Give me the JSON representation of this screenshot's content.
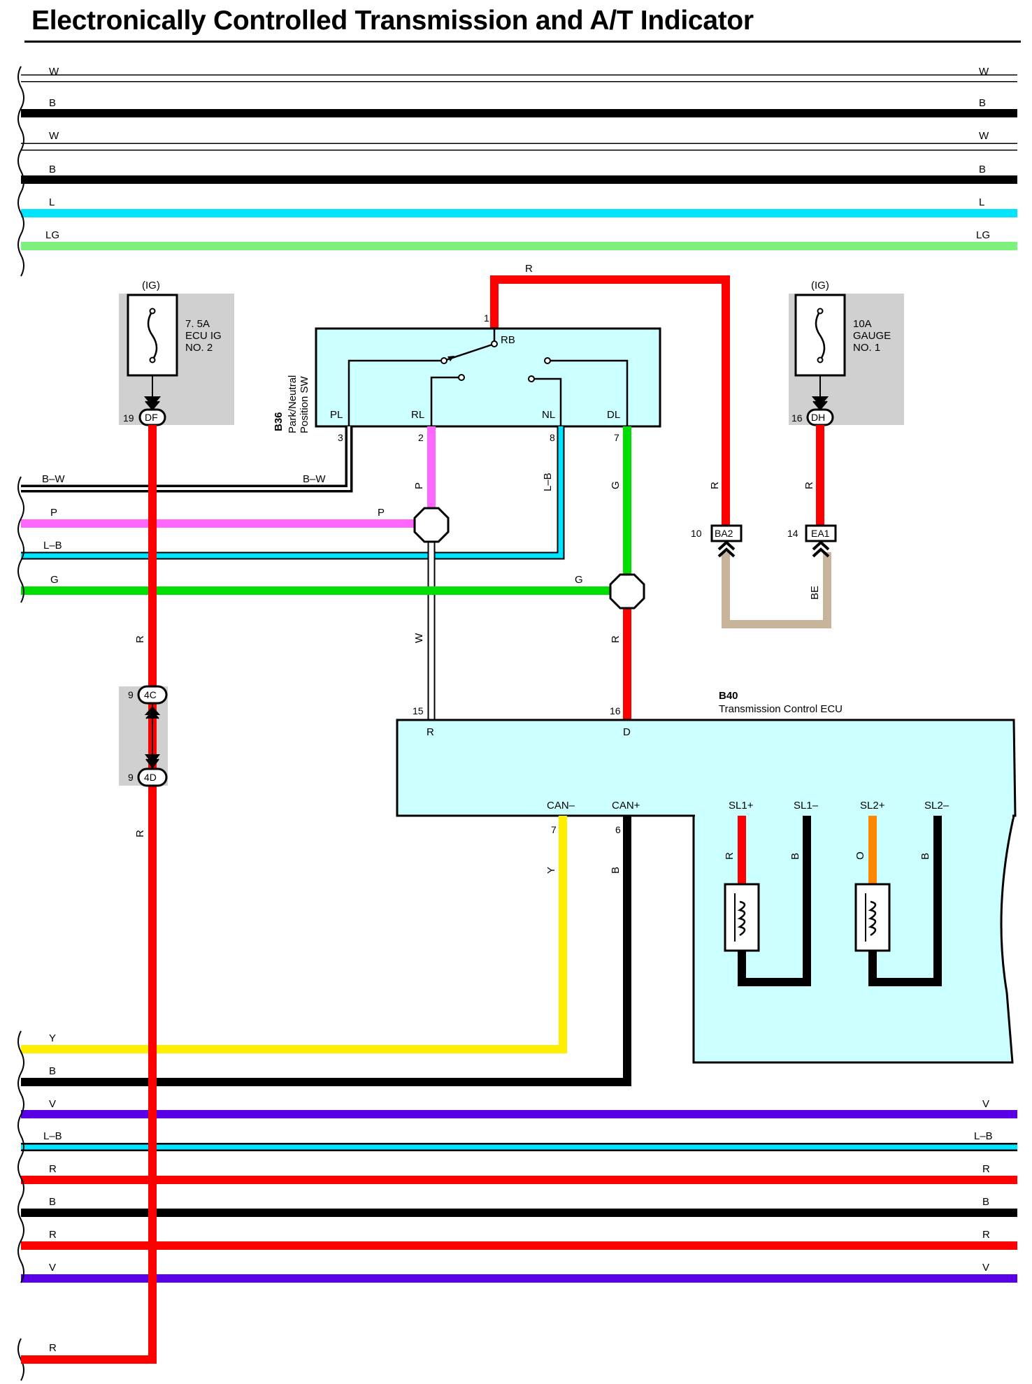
{
  "title": "Electronically Controlled Transmission and A/T Indicator",
  "colors": {
    "W": "#ffffff",
    "B": "#000000",
    "L": "#00e5ff",
    "LG": "#7ef07e",
    "R": "#ff0000",
    "P": "#ff66ff",
    "G": "#00dd00",
    "Y": "#ffee00",
    "V": "#5a00e6",
    "O": "#ff8800",
    "BE": "#c8b49a",
    "box": "#ccffff",
    "grey": "#d0d0d0"
  },
  "top_buses": [
    {
      "code": "W"
    },
    {
      "code": "B"
    },
    {
      "code": "W"
    },
    {
      "code": "B"
    },
    {
      "code": "L"
    },
    {
      "code": "LG"
    }
  ],
  "bottom_buses": [
    {
      "code": "V"
    },
    {
      "code": "L–B"
    },
    {
      "code": "R"
    },
    {
      "code": "B"
    },
    {
      "code": "R"
    },
    {
      "code": "V"
    }
  ],
  "left_buses": [
    {
      "code": "B–W"
    },
    {
      "code": "P"
    },
    {
      "code": "L–B"
    },
    {
      "code": "G"
    },
    {
      "code": "Y"
    },
    {
      "code": "B"
    },
    {
      "code": "R"
    }
  ],
  "fuses": [
    {
      "supply": "(IG)",
      "label": [
        "7. 5A",
        "ECU IG",
        "NO. 2"
      ],
      "pin": "19",
      "connector": "DF"
    },
    {
      "supply": "(IG)",
      "label": [
        "10A",
        "GAUGE",
        "NO. 1"
      ],
      "pin": "16",
      "connector": "DH"
    }
  ],
  "b36": {
    "id": "B36",
    "name": [
      "Park/Neutral",
      "Position SW"
    ],
    "terminals": [
      "PL",
      "RL",
      "NL",
      "DL",
      "RB"
    ],
    "pins": [
      "3",
      "2",
      "8",
      "7",
      "1"
    ]
  },
  "b40": {
    "id": "B40",
    "name": "Transmission Control ECU",
    "top_terminals": [
      {
        "pin": "15",
        "name": "R"
      },
      {
        "pin": "16",
        "name": "D"
      }
    ],
    "bottom_terminals": [
      {
        "pin": "7",
        "name": "CAN–"
      },
      {
        "pin": "6",
        "name": "CAN+"
      },
      {
        "name": "SL1+"
      },
      {
        "name": "SL1–"
      },
      {
        "name": "SL2+"
      },
      {
        "name": "SL2–"
      }
    ]
  },
  "junction": [
    {
      "pin": "9",
      "connector": "4C"
    },
    {
      "pin": "9",
      "connector": "4D"
    }
  ],
  "inline_connectors": [
    {
      "pin": "10",
      "connector": "BA2"
    },
    {
      "pin": "14",
      "connector": "EA1"
    }
  ],
  "wire_labels": {
    "rb_top": "R",
    "pl": "B–W",
    "rl": "P",
    "nl": "L–B",
    "dl": "G",
    "w_vert": "W",
    "r_d": "R",
    "r_left_upper": "R",
    "r_left_lower": "R",
    "ba2": "R",
    "ea1": "R",
    "be": "BE",
    "can_minus": "Y",
    "can_plus": "B",
    "sl1p": "R",
    "sl1m": "B",
    "sl2p": "O",
    "sl2m": "B"
  }
}
